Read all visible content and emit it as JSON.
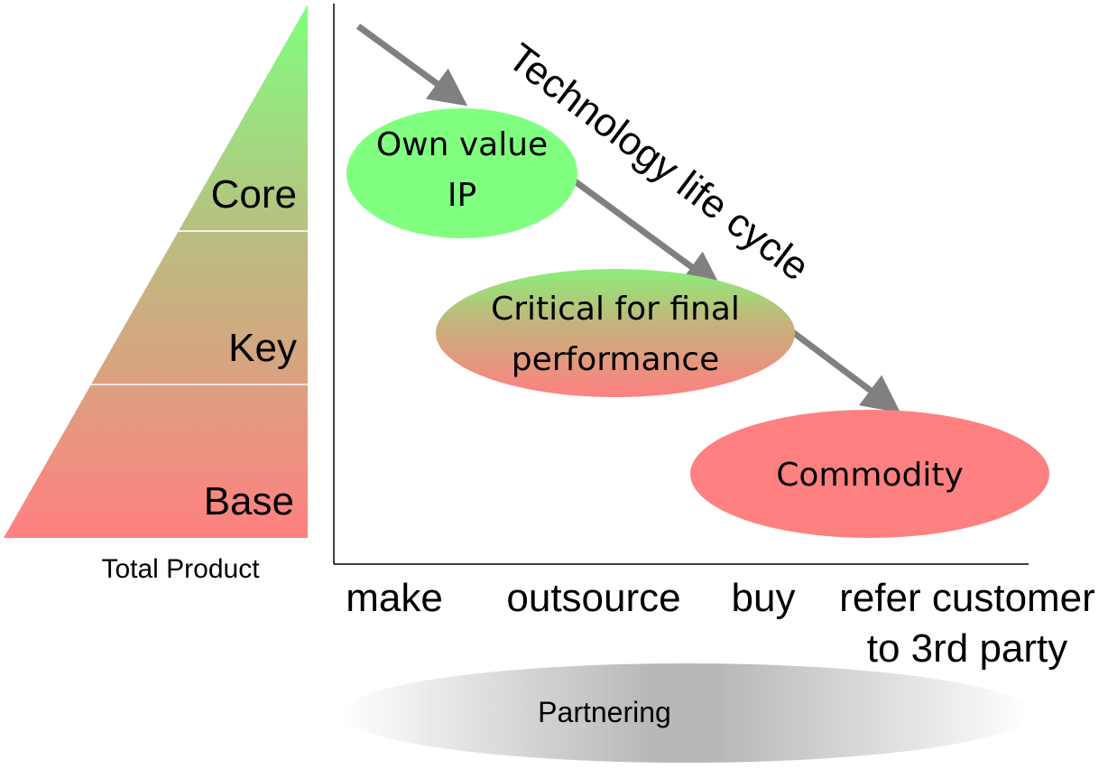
{
  "pyramid": {
    "tiers": [
      {
        "label": "Core"
      },
      {
        "label": "Key"
      },
      {
        "label": "Base"
      }
    ],
    "caption": "Total Product",
    "colors": {
      "top": "#80ff80",
      "bottom": "#ff8080"
    }
  },
  "lifecycle": {
    "label": "Technology life cycle",
    "arrow_color": "#808080"
  },
  "stages": [
    {
      "line1": "Own value",
      "line2": "IP"
    },
    {
      "line1": "Critical for final",
      "line2": "performance"
    },
    {
      "line1": "Commodity",
      "line2": ""
    }
  ],
  "sourcing": [
    {
      "line1": "make",
      "line2": ""
    },
    {
      "line1": "outsource",
      "line2": ""
    },
    {
      "line1": "buy",
      "line2": ""
    },
    {
      "line1": "refer customer",
      "line2": "to 3rd party"
    }
  ],
  "partnering": {
    "label": "Partnering"
  }
}
